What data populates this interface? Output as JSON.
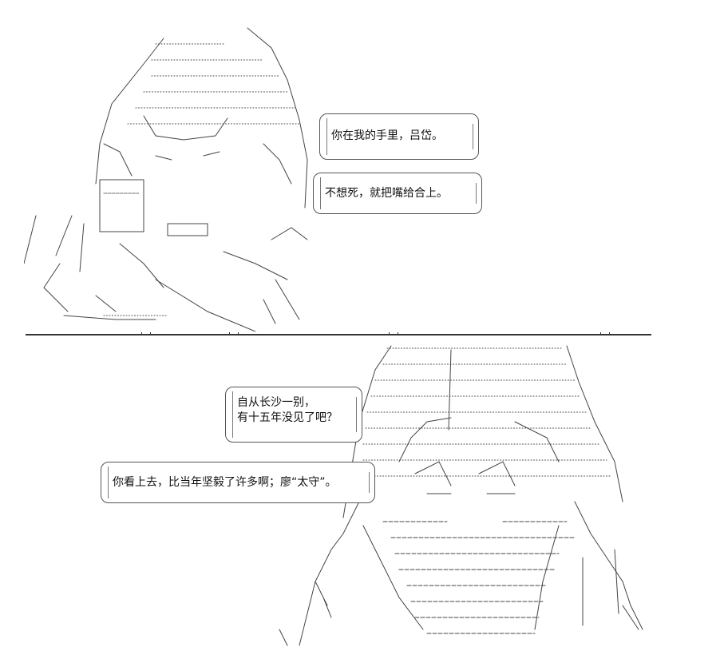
{
  "panels": [
    {
      "bubbles": [
        {
          "lines": [
            "你在我的手里，吕岱。"
          ]
        },
        {
          "lines": [
            "不想死，就把嘴给合上。"
          ]
        }
      ]
    },
    {
      "bubbles": [
        {
          "lines": [
            "自从长沙一别，",
            "有十五年没见了吧？"
          ]
        },
        {
          "lines": [
            "你看上去，比当年坚毅了许多啊；廖“太守”。"
          ]
        }
      ]
    }
  ]
}
